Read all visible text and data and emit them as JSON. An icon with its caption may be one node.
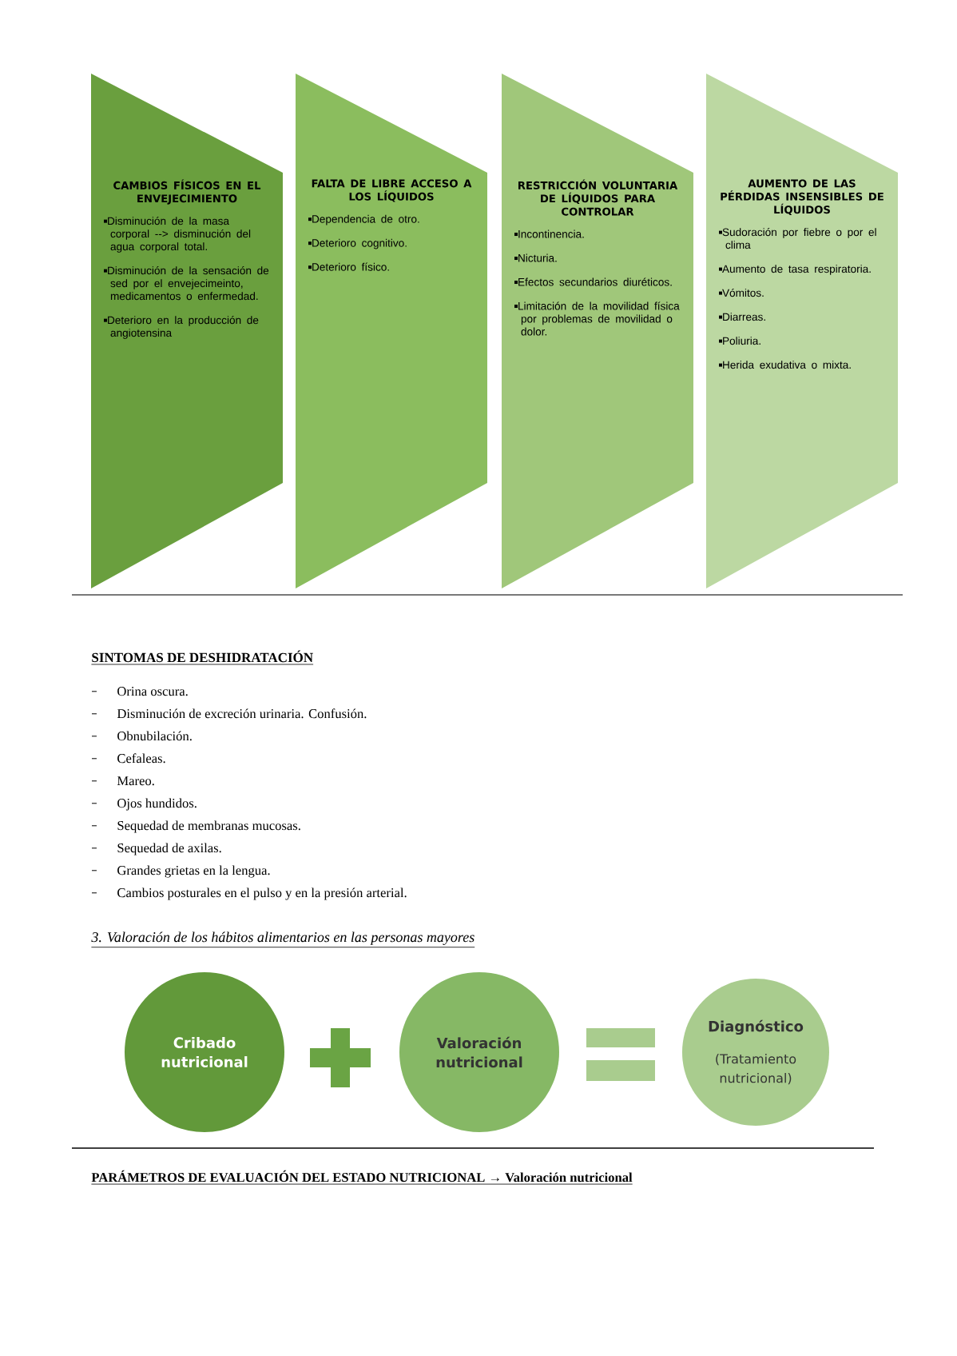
{
  "diagram": {
    "nodes": [
      {
        "text": [
          "CAMBIOS FÍSICOS EN EL ENVEJECIMIENTO",
          "Disminución de la masa corporal --> disminución del agua corporal total.",
          "Disminución de la sensación de sed por el envejecimeinto, medicamentos o enfermedad.",
          "Deterioro en la producción de angiotensina"
        ]
      },
      {
        "text": [
          "FALTA DE LIBRE ACCESO A LOS LÍQUIDOS",
          "Dependencia de otro.",
          "Deterioro cognitivo.",
          "Deterioro físico."
        ]
      },
      {
        "text": [
          "RESTRICCIÓN VOLUNTARIA DE LÍQUIDOS PARA CONTROLAR",
          "Incontinencia.",
          "Nicturia.",
          "Efectos secundarios diuréticos.",
          "Limitación de la movilidad física por problemas de movilidad o dolor."
        ]
      },
      {
        "text": [
          "AUMENTO DE LAS PÉRDIDAS INSENSIBLES DE LÍQUIDOS",
          "Sudoración por fiebre o por el clima",
          "Aumento de tasa respiratoria.",
          "Vómitos.",
          "Diarreas.",
          "Poliuria.",
          "Herida exudativa o mixta."
        ]
      },
      {
        "text": [
          "Cribado nutricional"
        ]
      },
      {
        "text": [
          "Valoración nutricional"
        ]
      },
      {
        "text": [
          "Diagnóstico",
          "(Tratamiento nutricional)"
        ]
      }
    ],
    "labels": [
      "SINTOMAS DE DESHIDRATACIÓN",
      "Orina oscura.",
      "Disminución de excreción urinaria. Confusión.",
      "Obnubilación.",
      "Cefaleas.",
      "Mareo.",
      "Ojos hundidos.",
      "Sequedad de membranas mucosas.",
      "Sequedad de axilas.",
      "Grandes grietas en la lengua.",
      "Cambios posturales en el pulso y en la presión arterial.",
      "3. Valoración de los hábitos alimentarios en las personas mayores",
      "PARÁMETROS DE EVALUACIÓN DEL ESTADO NUTRICIONAL → Valoración nutricional"
    ]
  }
}
